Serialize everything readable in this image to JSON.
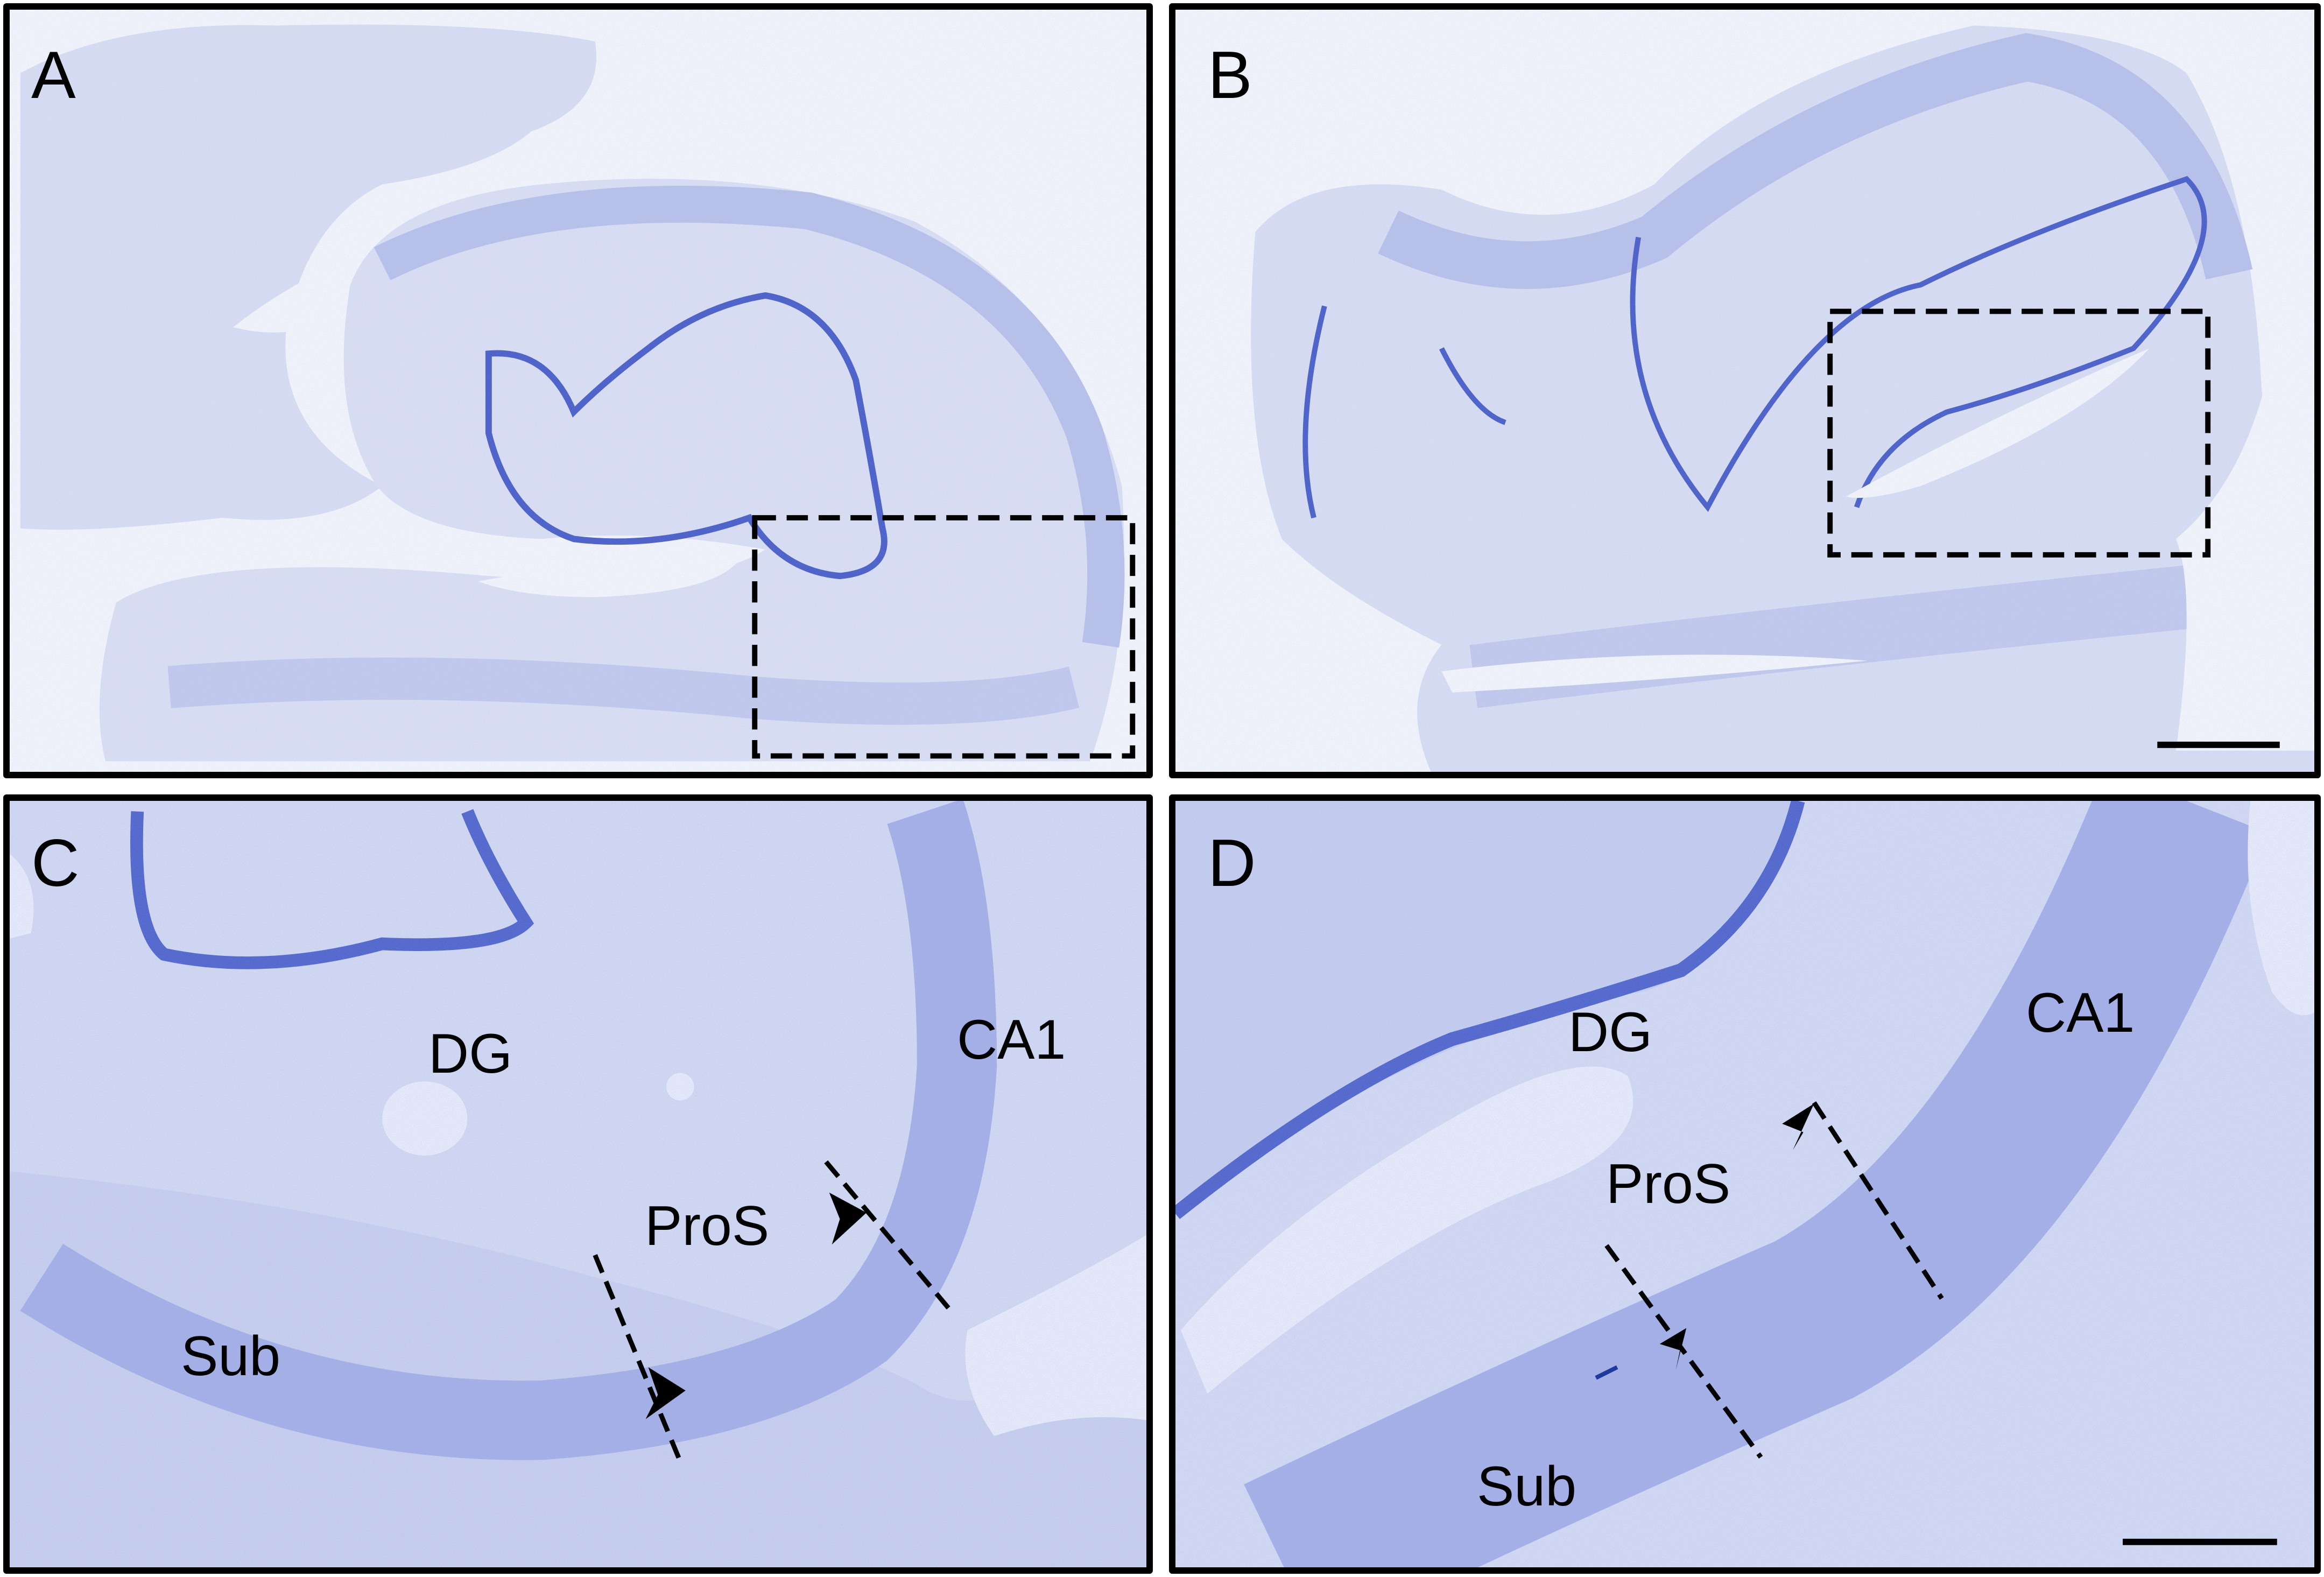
{
  "figure": {
    "panels": [
      {
        "id": "A",
        "letter": "A"
      },
      {
        "id": "B",
        "letter": "B"
      },
      {
        "id": "C",
        "letter": "C",
        "labels": {
          "dg": "DG",
          "ca1": "CA1",
          "pros": "ProS",
          "sub": "Sub"
        }
      },
      {
        "id": "D",
        "letter": "D",
        "labels": {
          "dg": "DG",
          "ca1": "CA1",
          "pros": "ProS",
          "sub": "Sub"
        }
      }
    ],
    "colors": {
      "tissue": "#dfe4f4",
      "tissue_dense": "#b3bce8",
      "cell_layer": "#3f55c4",
      "frame": "#000000",
      "background": "#ffffff"
    }
  }
}
